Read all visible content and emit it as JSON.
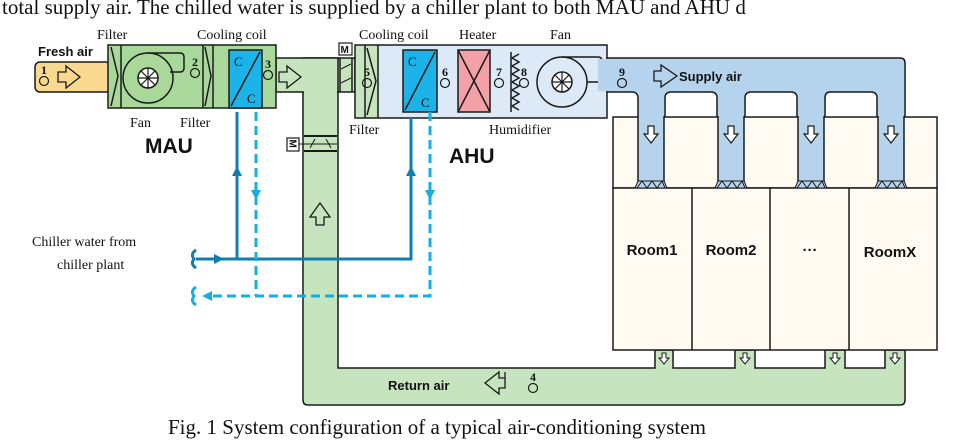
{
  "top_text": "total supply air. The chilled water is supplied by a chiller plant to both MAU and AHU d",
  "caption": "Fig. 1 System configuration of a typical air-conditioning system",
  "colors": {
    "fresh_air": "#f9d98f",
    "mau": "#a8d89a",
    "duct_green": "#c6e5bf",
    "ahu": "#dce9f7",
    "supply_duct": "#b6d3ee",
    "coil": "#1cb3e8",
    "heater": "#f3a0a6",
    "room": "#fffbf3",
    "chw_supply": "#0f7fb0",
    "chw_return": "#1aaee0"
  },
  "mau": {
    "title": "MAU",
    "labels": {
      "filter_top": "Filter",
      "cooling_coil": "Cooling coil",
      "fan": "Fan",
      "filter_bottom": "Filter"
    },
    "coil_letters": [
      "C",
      "C"
    ]
  },
  "ahu": {
    "title": "AHU",
    "labels": {
      "cooling_coil": "Cooling coil",
      "heater": "Heater",
      "fan": "Fan",
      "filter": "Filter",
      "humidifier": "Humidifier"
    },
    "coil_letters": [
      "C",
      "C"
    ]
  },
  "damper_label": "M",
  "air_labels": {
    "fresh": "Fresh air",
    "supply": "Supply air",
    "return": "Return air"
  },
  "points": [
    "1",
    "2",
    "3",
    "4",
    "5",
    "6",
    "7",
    "8",
    "9"
  ],
  "chiller_label": [
    "Chiller water from",
    "chiller plant"
  ],
  "rooms": [
    "Room1",
    "Room2",
    "···",
    "RoomX"
  ]
}
